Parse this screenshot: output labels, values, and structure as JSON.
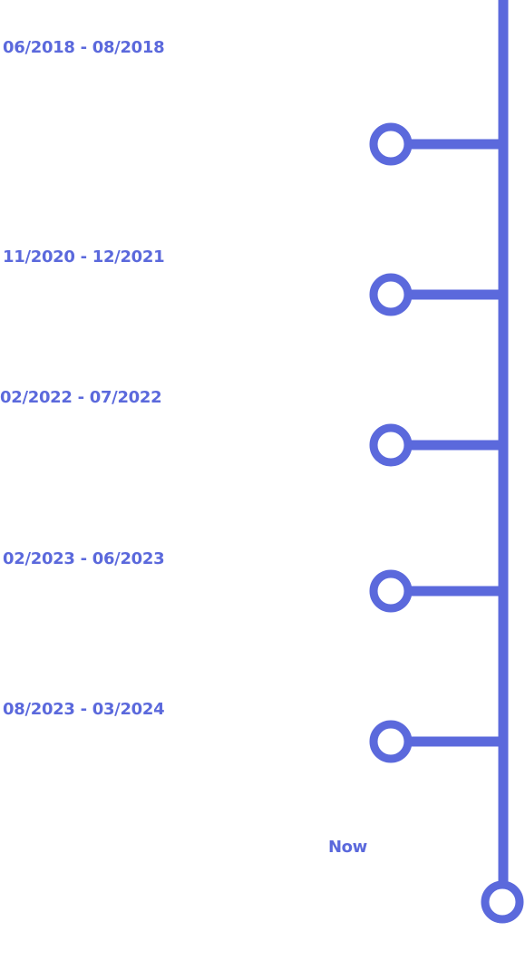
{
  "timeline": {
    "accent_color": "#5b69dc",
    "entries": [
      {
        "date_range": "06/2018 - 08/2018"
      },
      {
        "date_range": "11/2020 - 12/2021"
      },
      {
        "date_range": "02/2022 - 07/2022"
      },
      {
        "date_range": "02/2023 - 06/2023"
      },
      {
        "date_range": "08/2023 - 03/2024"
      }
    ],
    "current_label": "Now"
  }
}
